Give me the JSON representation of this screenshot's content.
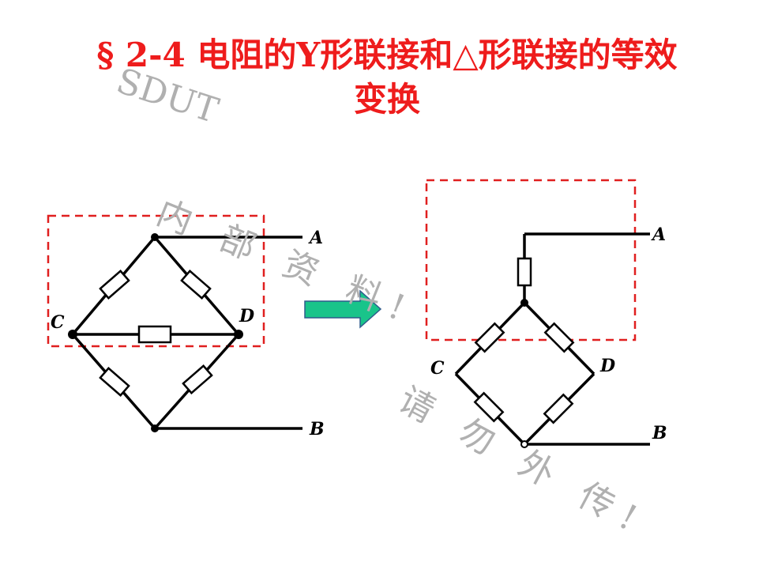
{
  "title": {
    "line1": "§ 2-4  电阻的Y形联接和△形联接的等效",
    "line2": "变换"
  },
  "watermark": {
    "sdut": "SDUT",
    "line_a": "内 部 资 料!",
    "line_b": "请 勿 外 传!"
  },
  "left_circuit": {
    "node_a": "A",
    "node_b": "B",
    "node_c": "C",
    "node_d": "D"
  },
  "right_circuit": {
    "node_a": "A",
    "node_b": "B",
    "node_c": "C",
    "node_d": "D"
  },
  "colors": {
    "title": "#ee1c1c",
    "dashed_box": "#e01f1f",
    "arrow": "#19c48a",
    "watermark": "#b0b0b0"
  }
}
